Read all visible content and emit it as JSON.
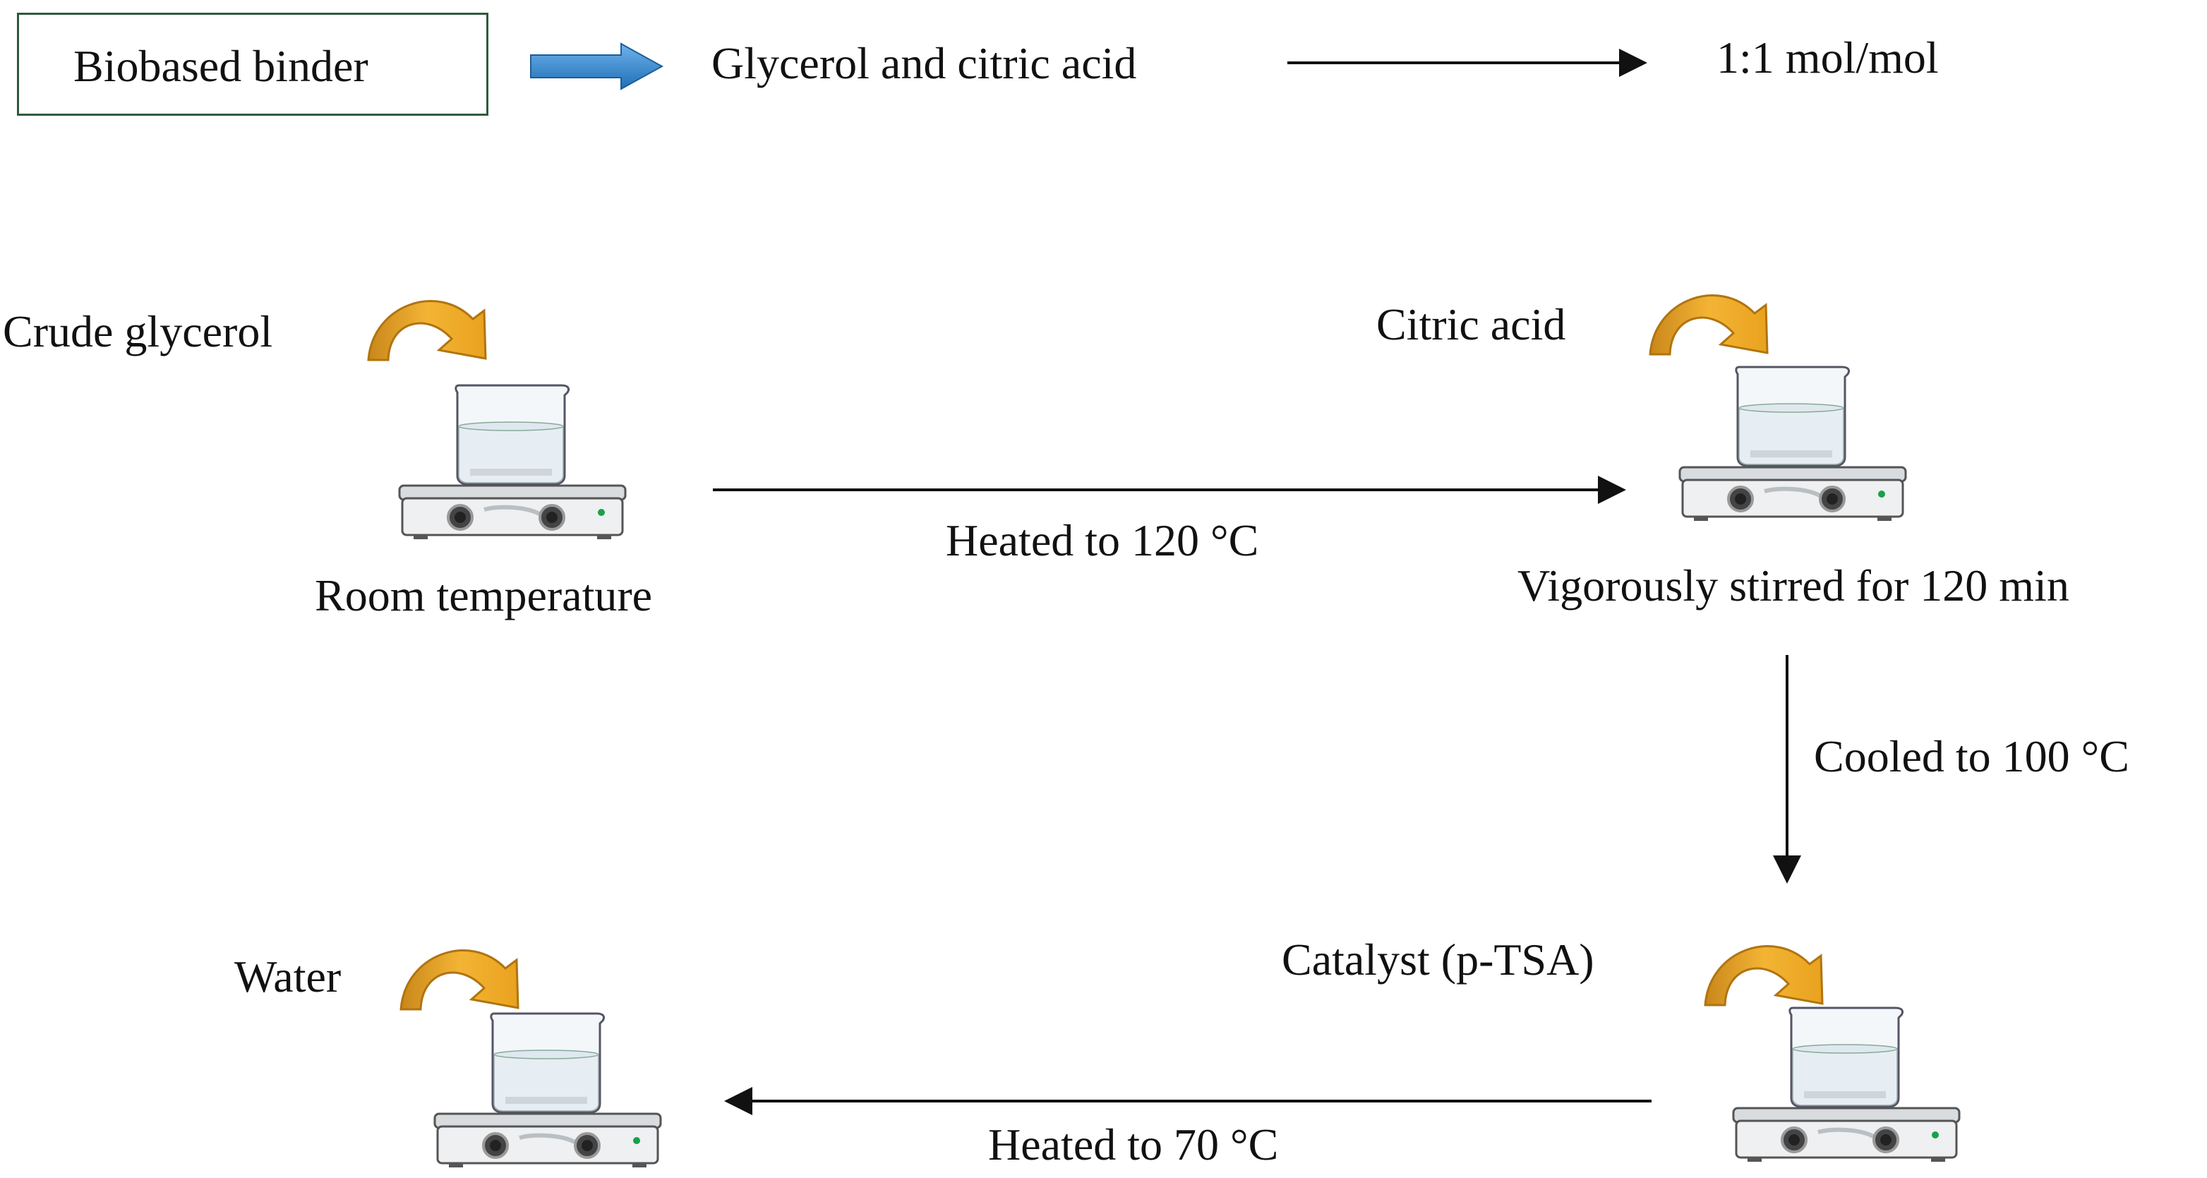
{
  "header": {
    "box_label": "Biobased binder",
    "reactants": "Glycerol and citric acid",
    "ratio": "1:1 mol/mol"
  },
  "steps": [
    {
      "addition": "Crude glycerol",
      "condition": "Room temperature"
    },
    {
      "addition": "Citric acid",
      "condition": "Vigorously stirred for 120 min"
    },
    {
      "addition": "Catalyst (p-TSA)",
      "condition": ""
    },
    {
      "addition": "Water",
      "condition": ""
    }
  ],
  "transitions": [
    {
      "label": "Heated to 120 °C"
    },
    {
      "label": "Cooled to 100 °C"
    },
    {
      "label": "Heated to 70 °C"
    }
  ],
  "colors": {
    "box_border": "#2e5b3c",
    "block_arrow": "#2a7fc9",
    "curved_arrow": "#e9a21e",
    "indicator_led": "#19a04a"
  },
  "icons": [
    "block-arrow-icon",
    "curved-arrow-icon",
    "beaker-icon",
    "hotplate-stirrer-icon"
  ]
}
